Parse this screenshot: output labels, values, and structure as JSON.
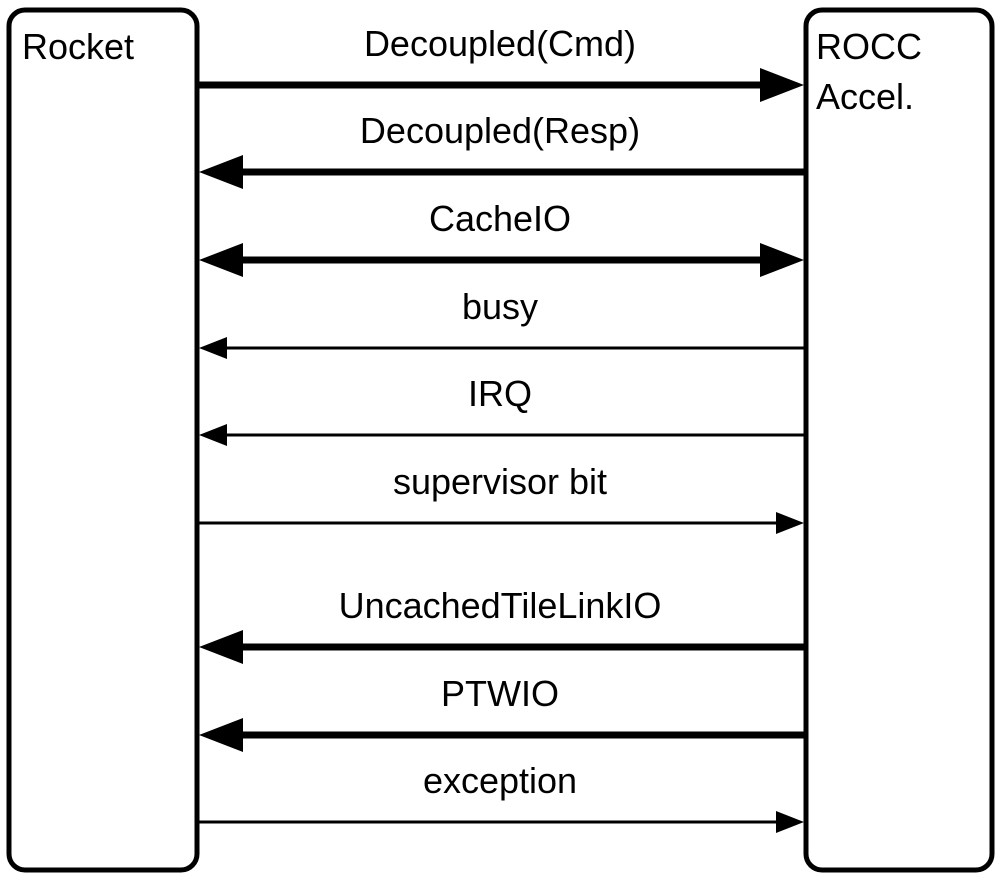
{
  "blocks": {
    "left": {
      "label": "Rocket"
    },
    "right": {
      "label_line1": "ROCC",
      "label_line2": "Accel."
    }
  },
  "signals": [
    {
      "name": "Decoupled(Cmd)",
      "direction": "to-right",
      "weight": "thick"
    },
    {
      "name": "Decoupled(Resp)",
      "direction": "to-left",
      "weight": "thick"
    },
    {
      "name": "CacheIO",
      "direction": "both",
      "weight": "thick"
    },
    {
      "name": "busy",
      "direction": "to-left",
      "weight": "thin"
    },
    {
      "name": "IRQ",
      "direction": "to-left",
      "weight": "thin"
    },
    {
      "name": "supervisor bit",
      "direction": "to-right",
      "weight": "thin"
    },
    {
      "name": "UncachedTileLinkIO",
      "direction": "to-left",
      "weight": "thick"
    },
    {
      "name": "PTWIO",
      "direction": "to-left",
      "weight": "thick"
    },
    {
      "name": "exception",
      "direction": "to-right",
      "weight": "thin"
    }
  ]
}
